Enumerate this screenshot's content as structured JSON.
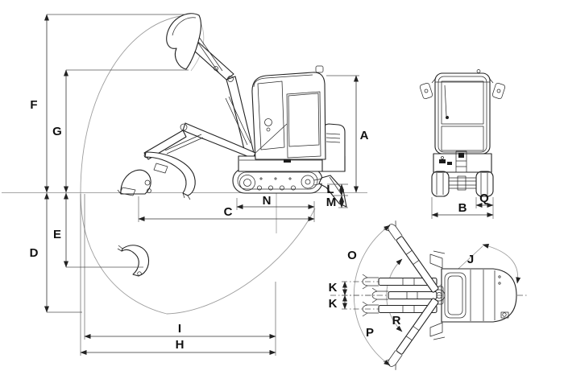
{
  "figure": {
    "kind": "mini excavator dimensional line drawing",
    "background_color": "#ffffff",
    "line_color": "#222222",
    "dimension_line_color": "#333333",
    "envelope_arc_color": "#9e9e9e",
    "label_color": "#111111"
  },
  "views": {
    "side": {
      "name": "side-view-with-working-envelope",
      "labels": {
        "f": "F",
        "g": "G",
        "e": "E",
        "d": "D",
        "a": "A",
        "l": "L",
        "m": "M",
        "n": "N",
        "c": "C",
        "i": "I",
        "h": "H"
      }
    },
    "rear": {
      "name": "rear-view",
      "labels": {
        "b": "B",
        "q": "Q"
      }
    },
    "top": {
      "name": "top-view-with-swing-arcs",
      "labels": {
        "o": "O",
        "j": "J",
        "k1": "K",
        "k2": "K",
        "r": "R",
        "p": "P"
      }
    }
  }
}
